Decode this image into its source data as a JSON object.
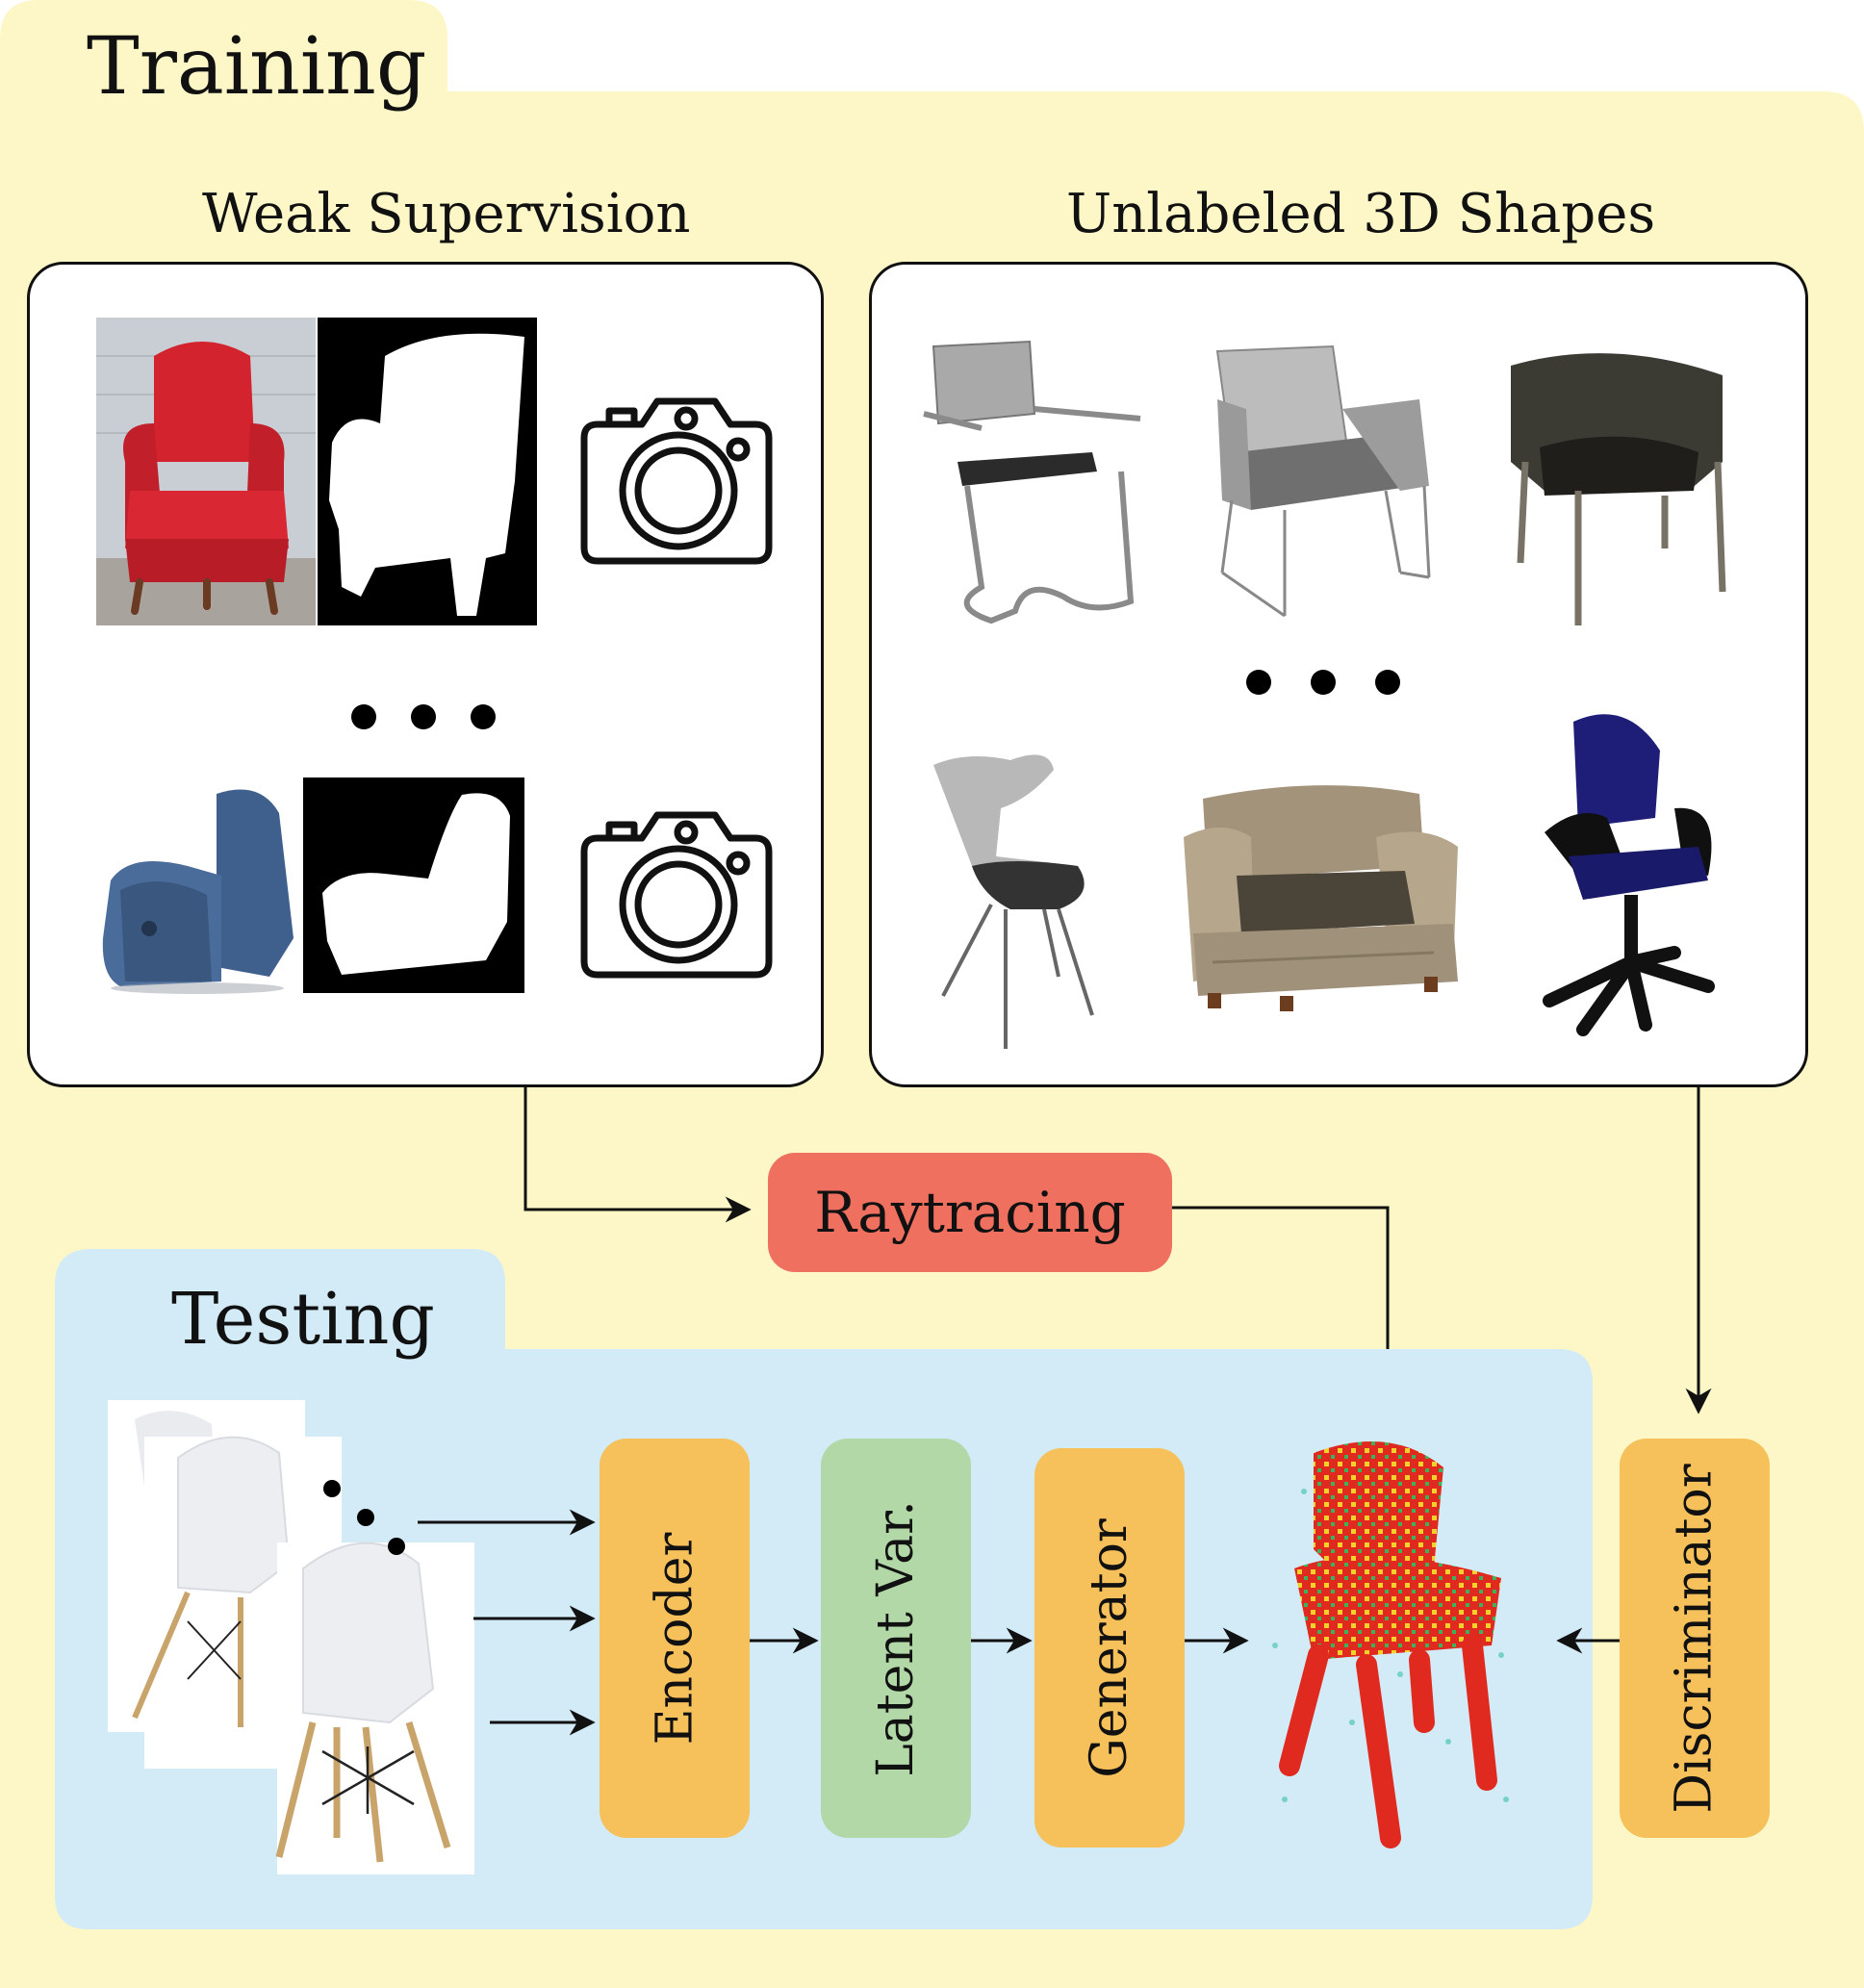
{
  "training": {
    "title": "Training"
  },
  "weak_supervision": {
    "title": "Weak Supervision"
  },
  "unlabeled_shapes": {
    "title": "Unlabeled 3D Shapes"
  },
  "raytracing": {
    "label": "Raytracing"
  },
  "testing": {
    "title": "Testing"
  },
  "pipeline": {
    "encoder": "Encoder",
    "latent": "Latent Var.",
    "generator": "Generator",
    "discriminator": "Discriminator"
  },
  "colors": {
    "training_bg": "#fdf7c8",
    "testing_bg": "#d2ebf7",
    "raytracing": "#f07060",
    "encoder": "#f6c15a",
    "latent": "#b2d8a8",
    "generator": "#f6c15a",
    "discriminator": "#f6c15a"
  },
  "icons": [
    "camera-icon",
    "chair-photo",
    "silhouette-mask",
    "chair-render",
    "voxel-chair"
  ]
}
